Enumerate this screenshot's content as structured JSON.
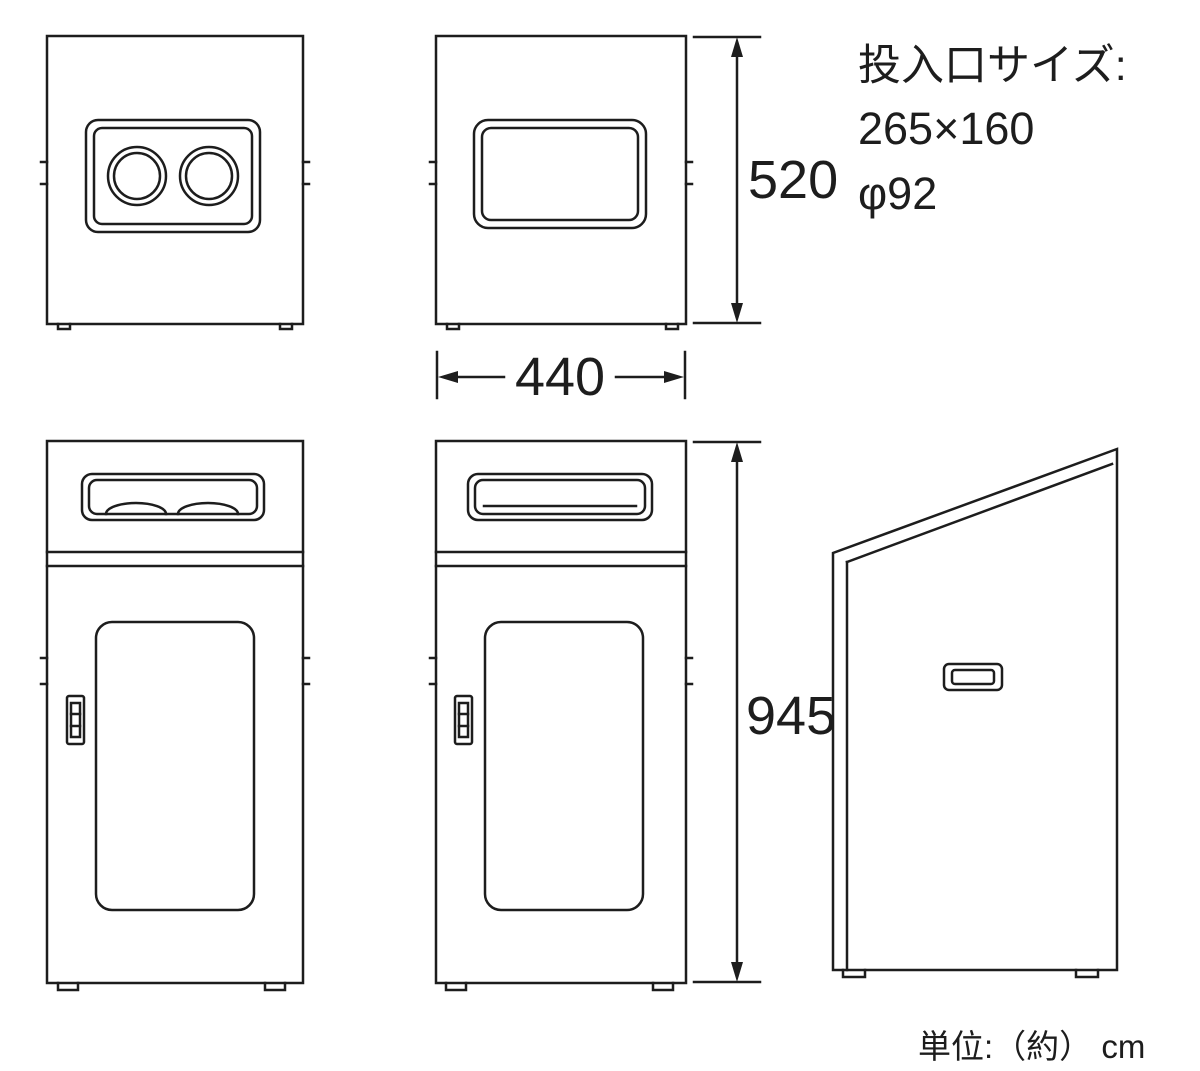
{
  "diagram": {
    "type": "technical-dimension-drawing",
    "subject": "trash-bin-with-separate-openings",
    "line_color": "#1d1d1d",
    "background_color": "#ffffff"
  },
  "dimensions": {
    "top_height": "520",
    "width": "440",
    "total_height": "945"
  },
  "annotations": {
    "opening_label": "投入口サイズ:",
    "opening_size": "265×160",
    "opening_diameter": "φ92",
    "unit_note": "単位:（約） cm"
  }
}
